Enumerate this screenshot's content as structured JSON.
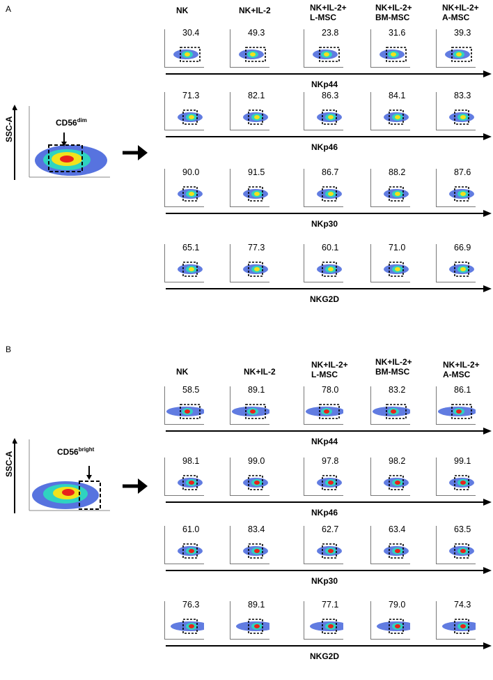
{
  "panels": [
    {
      "letter": "A",
      "gate_axis": "SSC-A",
      "gate_label": "CD56",
      "gate_superscript": "dim",
      "columns": [
        "NK",
        "NK+IL-2",
        "NK+IL-2+\nL-MSC",
        "NK+IL-2+\nBM-MSC",
        "NK+IL-2+\nA-MSC"
      ],
      "rows": [
        {
          "marker": "NKp44",
          "values": [
            "30.4",
            "49.3",
            "23.8",
            "31.6",
            "39.3"
          ]
        },
        {
          "marker": "NKp46",
          "values": [
            "71.3",
            "82.1",
            "86.3",
            "84.1",
            "83.3"
          ]
        },
        {
          "marker": "NKp30",
          "values": [
            "90.0",
            "91.5",
            "86.7",
            "88.2",
            "87.6"
          ]
        },
        {
          "marker": "NKG2D",
          "values": [
            "65.1",
            "77.3",
            "60.1",
            "71.0",
            "66.9"
          ]
        }
      ]
    },
    {
      "letter": "B",
      "gate_axis": "SSC-A",
      "gate_label": "CD56",
      "gate_superscript": "bright",
      "columns": [
        "NK",
        "NK+IL-2",
        "NK+IL-2+\nL-MSC",
        "NK+IL-2+\nBM-MSC",
        "NK+IL-2+\nA-MSC"
      ],
      "rows": [
        {
          "marker": "NKp44",
          "values": [
            "58.5",
            "89.1",
            "78.0",
            "83.2",
            "86.1"
          ]
        },
        {
          "marker": "NKp46",
          "values": [
            "98.1",
            "99.0",
            "97.8",
            "98.2",
            "99.1"
          ]
        },
        {
          "marker": "NKp30",
          "values": [
            "61.0",
            "83.4",
            "62.7",
            "63.4",
            "63.5"
          ]
        },
        {
          "marker": "NKG2D",
          "values": [
            "76.3",
            "89.1",
            "77.1",
            "79.0",
            "74.3"
          ]
        }
      ]
    }
  ],
  "colors": {
    "low": "#3a5bd9",
    "mid": "#2fd3c0",
    "high": "#f2e21c",
    "peak": "#e8221a",
    "gate": "#000000"
  }
}
